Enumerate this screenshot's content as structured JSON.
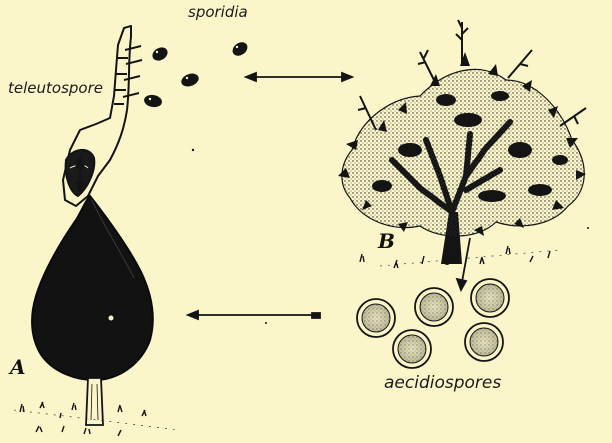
{
  "labels": {
    "sporidia": "sporidia",
    "teleutospore": "teleutospore",
    "aecidiospores": "aecidiospores"
  },
  "letters": {
    "a": "A",
    "b": "B"
  },
  "icons": {
    "teleutospore_hypha": "germinating-teleutospore-icon",
    "sporidium": "sporidium-spore-icon",
    "host_a": "juniper-tree-icon",
    "host_b": "broadleaf-tree-icon",
    "aecidiospore": "aecidiospore-icon",
    "arrow": "arrow-icon"
  },
  "colors": {
    "background": "#fbf6c9",
    "ink": "#141414"
  }
}
